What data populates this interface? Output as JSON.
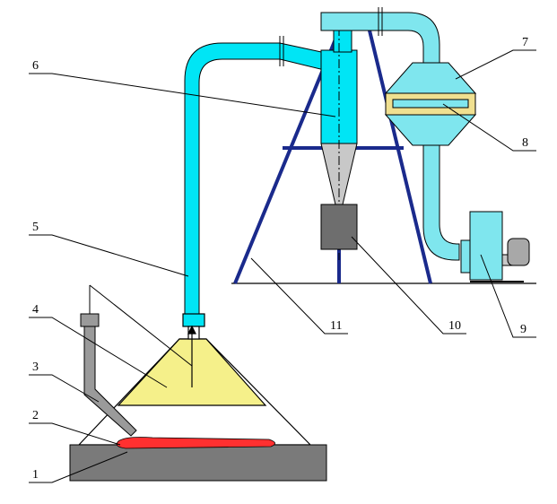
{
  "labels": {
    "n1": "1",
    "n2": "2",
    "n3": "3",
    "n4": "4",
    "n5": "5",
    "n6": "6",
    "n7": "7",
    "n8": "8",
    "n9": "9",
    "n10": "10",
    "n11": "11"
  },
  "colors": {
    "duct": "#00e5f5",
    "duct_light": "#7fe6ee",
    "hood": "#f5f08a",
    "slab": "#7a7a7a",
    "melt": "#ff3030",
    "frame": "#1a2a8c",
    "cone": "#c8c8c8",
    "bin": "#6e6e6e",
    "filter_frame": "#f0e090",
    "nozzle": "#9a9a9a"
  }
}
